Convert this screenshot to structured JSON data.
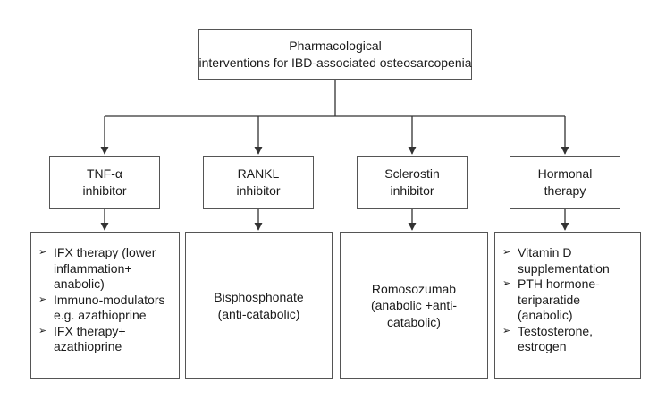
{
  "top_title": [
    "Pharmacological",
    "interventions for IBD-associated osteosarcopenia"
  ],
  "categories": [
    {
      "id": "tnf",
      "title": [
        "TNF-α",
        "inhibitor"
      ],
      "detail_type": "bullets",
      "items": [
        [
          "IFX therapy (lower",
          "inflammation+",
          "anabolic)"
        ],
        [
          "Immuno-modulators",
          "e.g. azathioprine"
        ],
        [
          "IFX therapy+",
          "azathioprine"
        ]
      ]
    },
    {
      "id": "rankl",
      "title": [
        "RANKL",
        "inhibitor"
      ],
      "detail_type": "text",
      "text": [
        "Bisphosphonate",
        "(anti-catabolic)"
      ]
    },
    {
      "id": "sclerostin",
      "title": [
        "Sclerostin",
        "inhibitor"
      ],
      "detail_type": "text",
      "text": [
        "Romosozumab",
        "(anabolic +anti-",
        "catabolic)"
      ]
    },
    {
      "id": "hormonal",
      "title": [
        "Hormonal",
        "therapy"
      ],
      "detail_type": "bullets",
      "items": [
        [
          "Vitamin D",
          "supplementation"
        ],
        [
          "PTH hormone-",
          "teriparatide",
          "(anabolic)"
        ],
        [
          "Testosterone,",
          "estrogen"
        ]
      ]
    }
  ]
}
